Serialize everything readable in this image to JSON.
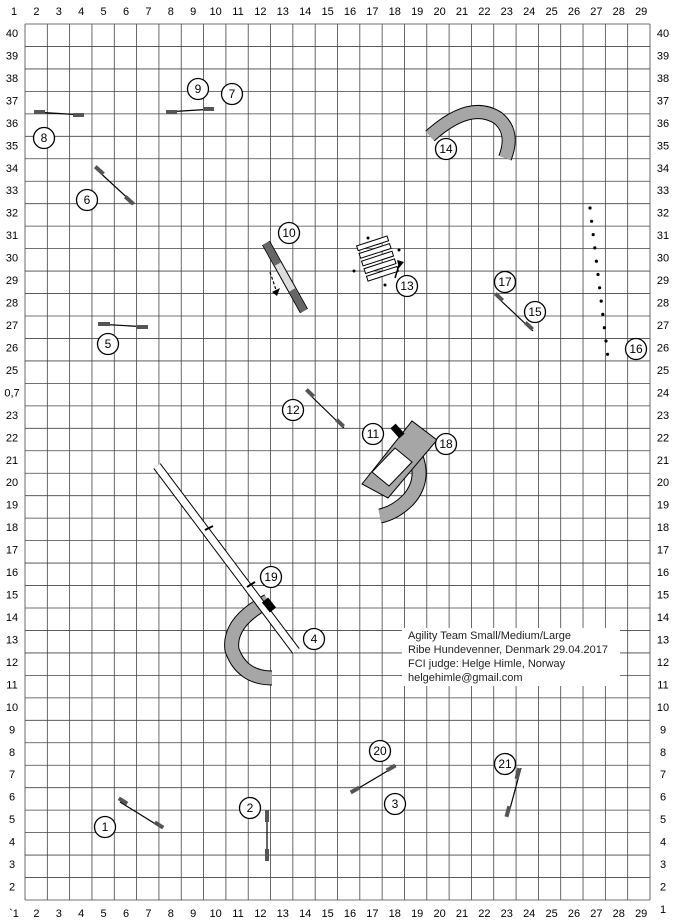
{
  "grid": {
    "top_labels": [
      "1",
      "2",
      "3",
      "4",
      "5",
      "6",
      "7",
      "8",
      "9",
      "10",
      "11",
      "12",
      "13",
      "14",
      "15",
      "16",
      "17",
      "18",
      "19",
      "20",
      "21",
      "22",
      "23",
      "24",
      "25",
      "26",
      "27",
      "28",
      "29"
    ],
    "bottom_labels": [
      "`1",
      "2",
      "3",
      "4",
      "5",
      "6",
      "7",
      "8",
      "9",
      "10",
      "11",
      "12",
      "13",
      "14",
      "15",
      "16",
      "17",
      "18",
      "19",
      "20",
      "21",
      "22",
      "23",
      "24",
      "25",
      "26",
      "27",
      "28",
      "29"
    ],
    "left_labels": [
      "40",
      "39",
      "38",
      "37",
      "36",
      "35",
      "34",
      "33",
      "32",
      "31",
      "30",
      "29",
      "28",
      "27",
      "26",
      "25",
      "0,7",
      "23",
      "22",
      "21",
      "20",
      "19",
      "18",
      "17",
      "16",
      "15",
      "14",
      "13",
      "12",
      "11",
      "10",
      "9",
      "8",
      "7",
      "6",
      "5",
      "4",
      "3",
      "2"
    ],
    "right_labels": [
      "40",
      "39",
      "38",
      "37",
      "36",
      "35",
      "34",
      "33",
      "32",
      "31",
      "30",
      "29",
      "28",
      "27",
      "26",
      "25",
      "24",
      "23",
      "22",
      "21",
      "20",
      "19",
      "18",
      "17",
      "16",
      "15",
      "14",
      "13",
      "12",
      "11",
      "10",
      "9",
      "8",
      "7",
      "6",
      "5",
      "4",
      "3",
      "2",
      "1"
    ]
  },
  "obstacle_numbers": [
    "1",
    "2",
    "3",
    "4",
    "5",
    "6",
    "7",
    "8",
    "9",
    "10",
    "11",
    "12",
    "13",
    "14",
    "15",
    "16",
    "17",
    "18",
    "19",
    "20",
    "21"
  ],
  "info": {
    "line1": "Agility Team Small/Medium/Large",
    "line2": "Ribe Hundevenner, Denmark 29.04.2017",
    "line3": "FCI judge: Helge Himle, Norway",
    "line4": "helgehimle@gmail.com"
  },
  "colors": {
    "grid": "#444444",
    "tunnel": "#a6a6a6",
    "obstacle_dark": "#555555"
  }
}
